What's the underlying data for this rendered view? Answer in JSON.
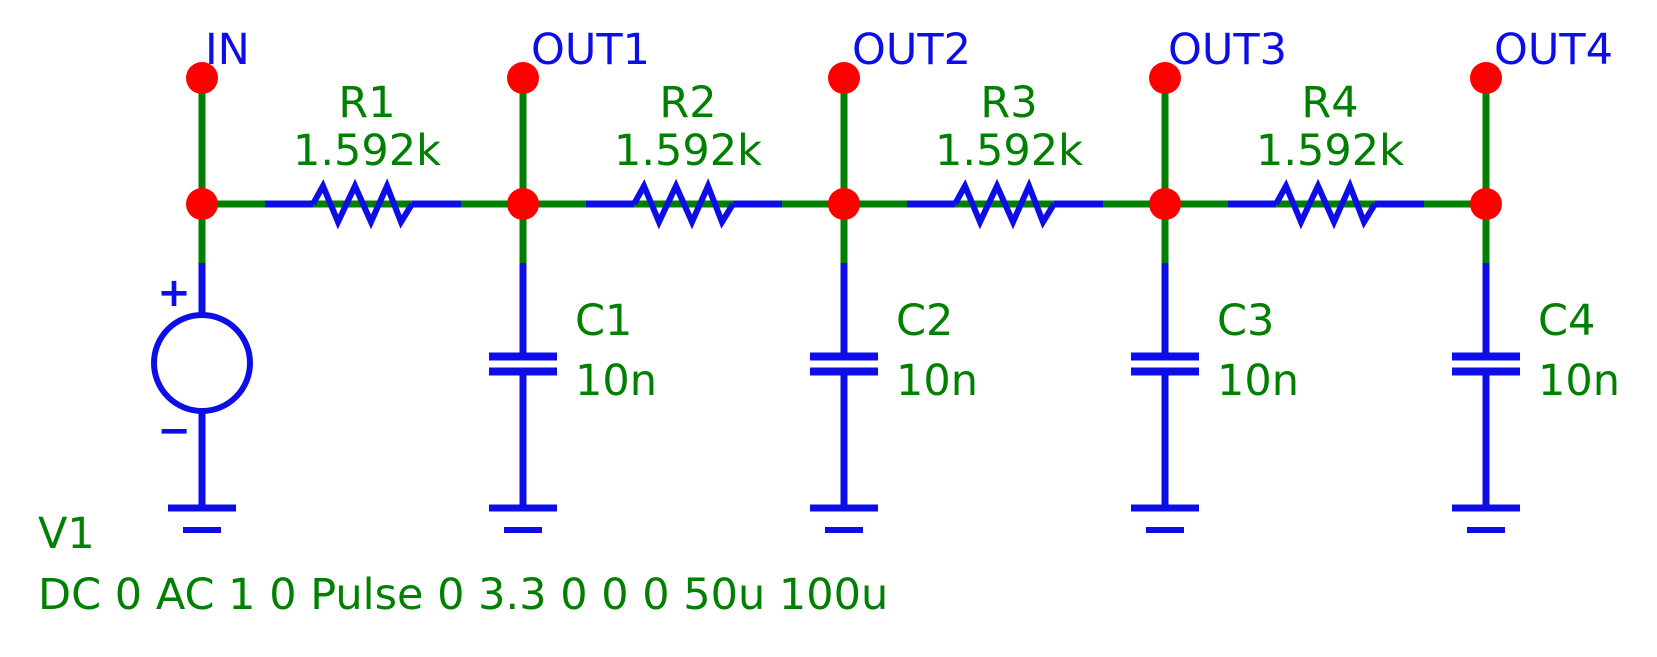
{
  "colors": {
    "wire_green": "#008000",
    "component_blue": "#0d0de8",
    "junction_red": "#ff0000",
    "background": "#ffffff"
  },
  "nodes": [
    {
      "label": "IN"
    },
    {
      "label": "OUT1"
    },
    {
      "label": "OUT2"
    },
    {
      "label": "OUT3"
    },
    {
      "label": "OUT4"
    }
  ],
  "resistors": [
    {
      "name": "R1",
      "value": "1.592k"
    },
    {
      "name": "R2",
      "value": "1.592k"
    },
    {
      "name": "R3",
      "value": "1.592k"
    },
    {
      "name": "R4",
      "value": "1.592k"
    }
  ],
  "capacitors": [
    {
      "name": "C1",
      "value": "10n"
    },
    {
      "name": "C2",
      "value": "10n"
    },
    {
      "name": "C3",
      "value": "10n"
    },
    {
      "name": "C4",
      "value": "10n"
    }
  ],
  "source": {
    "name": "V1",
    "spec": "DC 0 AC 1 0 Pulse 0 3.3 0 0 0 50u 100u",
    "plus": "+",
    "minus": "−"
  }
}
